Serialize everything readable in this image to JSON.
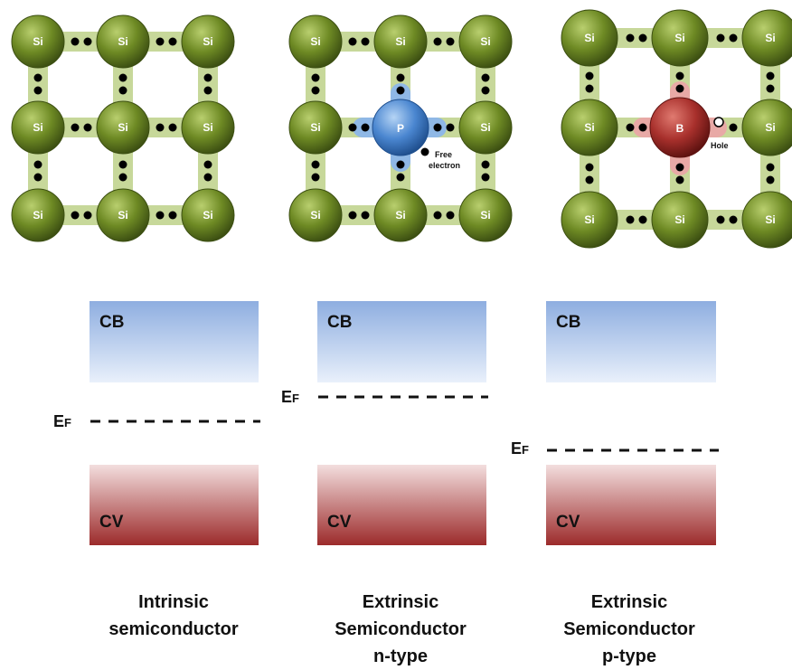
{
  "atoms": {
    "silicon": "Si",
    "phosphorus": "P",
    "boron": "B"
  },
  "annotations": {
    "free_electron_line1": "Free",
    "free_electron_line2": "electron",
    "hole": "Hole"
  },
  "bands": {
    "conduction": "CB",
    "valence": "CV",
    "fermi_main": "E",
    "fermi_sub": "F"
  },
  "captions": {
    "intrinsic": [
      "Intrinsic",
      "semiconductor"
    ],
    "n_type": [
      "Extrinsic",
      "Semiconductor",
      "n-type"
    ],
    "p_type": [
      "Extrinsic",
      "Semiconductor",
      "p-type"
    ]
  },
  "colors": {
    "silicon": "#6e8a24",
    "phosphorus": "#4a86d0",
    "boron": "#a8302c",
    "bond_si": "#c7d89a",
    "bond_p": "#8fb8e6",
    "bond_b": "#e8a9a6",
    "cb_top": "#8eaee0",
    "cb_bottom": "#e6eefa",
    "cv_top": "#f0d6d6",
    "cv_bottom": "#9c2b2b"
  },
  "icons": [
    "free-electron-dot",
    "hole-circle"
  ]
}
